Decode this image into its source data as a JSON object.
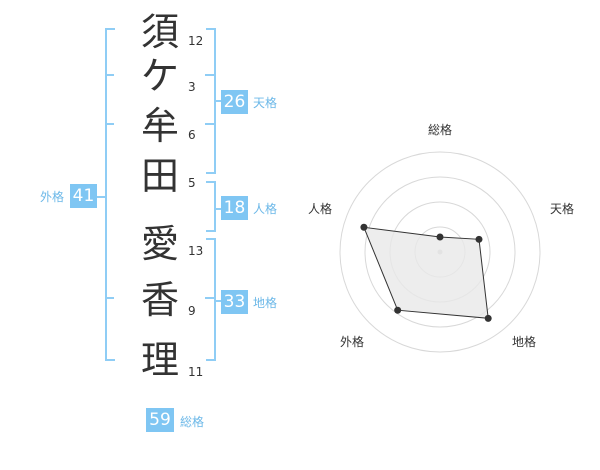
{
  "name": {
    "characters": [
      "須",
      "ケ",
      "牟",
      "田",
      "愛",
      "香",
      "理"
    ],
    "strokes": [
      "12",
      "3",
      "6",
      "5",
      "13",
      "9",
      "11"
    ]
  },
  "kakusu": {
    "tenkaku": {
      "value": "26",
      "label": "天格"
    },
    "jinkaku": {
      "value": "18",
      "label": "人格"
    },
    "chikaku": {
      "value": "33",
      "label": "地格"
    },
    "gaikaku": {
      "value": "41",
      "label": "外格"
    },
    "soukaku": {
      "value": "59",
      "label": "総格"
    }
  },
  "radar": {
    "axes": [
      "総格",
      "天格",
      "地格",
      "外格",
      "人格"
    ],
    "values": [
      0.15,
      0.41,
      0.82,
      0.72,
      0.8
    ],
    "rings": 4,
    "colors": {
      "grid": "#d8d8d8",
      "fill": "#e8e8e8",
      "line": "#333333"
    }
  },
  "colors": {
    "accent": "#7fc6f3",
    "bracket": "#8fcdf5"
  }
}
